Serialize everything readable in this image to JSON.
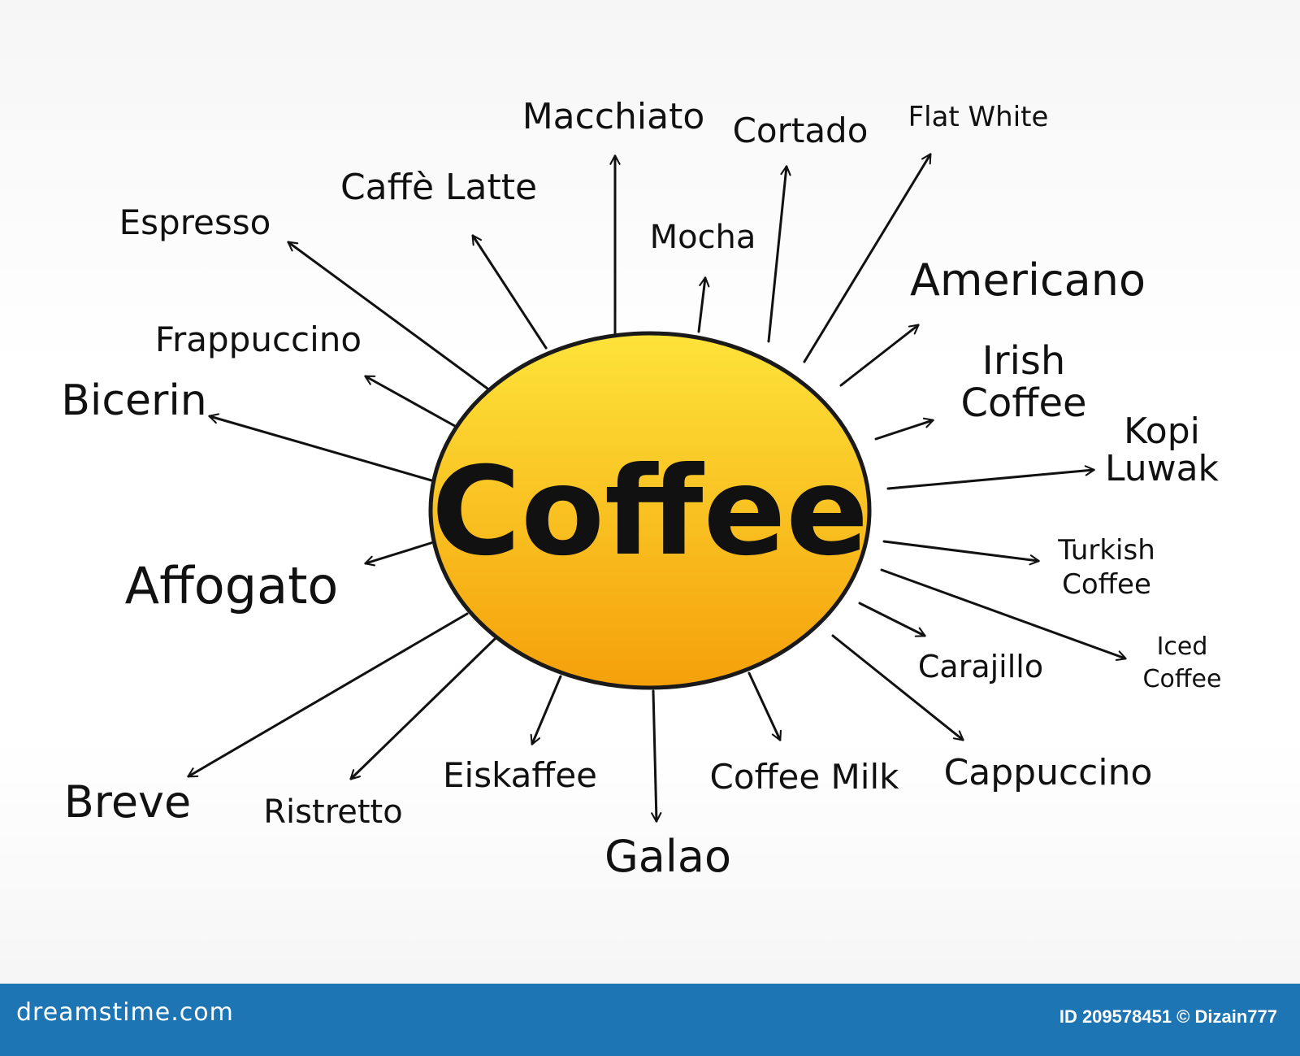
{
  "diagram": {
    "center_label": "Coffee",
    "center_fill_top": "#fde33a",
    "center_fill_bottom": "#f5a00a",
    "nodes": [
      {
        "id": "macchiato",
        "label": "Macchiato"
      },
      {
        "id": "cortado",
        "label": "Cortado"
      },
      {
        "id": "flat-white",
        "label": "Flat White"
      },
      {
        "id": "caffe-latte",
        "label": "Caffè Latte"
      },
      {
        "id": "espresso",
        "label": "Espresso"
      },
      {
        "id": "mocha",
        "label": "Mocha"
      },
      {
        "id": "americano",
        "label": "Americano"
      },
      {
        "id": "irish-coffee",
        "label": "Irish Coffee",
        "lines": [
          "Irish",
          "Coffee"
        ]
      },
      {
        "id": "frappuccino",
        "label": "Frappuccino"
      },
      {
        "id": "bicerin",
        "label": "Bicerin"
      },
      {
        "id": "kopi-luwak",
        "label": "Kopi Luwak",
        "lines": [
          "Kopi",
          "Luwak"
        ]
      },
      {
        "id": "affogato",
        "label": "Affogato"
      },
      {
        "id": "turkish-coffee",
        "label": "Turkish Coffee",
        "lines": [
          "Turkish",
          "Coffee"
        ]
      },
      {
        "id": "carajillo",
        "label": "Carajillo"
      },
      {
        "id": "iced-coffee",
        "label": "Iced Coffee",
        "lines": [
          "Iced",
          "Coffee"
        ]
      },
      {
        "id": "breve",
        "label": "Breve"
      },
      {
        "id": "ristretto",
        "label": "Ristretto"
      },
      {
        "id": "eiskaffee",
        "label": "Eiskaffee"
      },
      {
        "id": "galao",
        "label": "Galao"
      },
      {
        "id": "coffee-milk",
        "label": "Coffee Milk"
      },
      {
        "id": "cappuccino",
        "label": "Cappuccino"
      }
    ]
  },
  "footer": {
    "brand": "dreamstime.com",
    "credit": "ID 209578451 © Dizain777",
    "background": "#1d75b3"
  }
}
